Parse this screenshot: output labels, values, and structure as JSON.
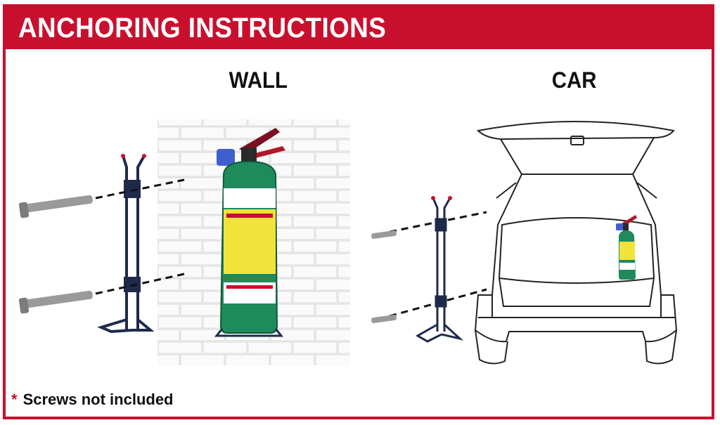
{
  "banner": {
    "title": "ANCHORING INSTRUCTIONS"
  },
  "sections": {
    "wall": {
      "label": "WALL"
    },
    "car": {
      "label": "CAR"
    }
  },
  "note": {
    "asterisk": "*",
    "text": "Screws not included"
  },
  "colors": {
    "accent": "#c8102e",
    "extinguisher_body": "#1f8a5c",
    "bracket": "#1e2a4a"
  },
  "icons": [
    "screw-icon",
    "wall-bracket-icon",
    "fire-extinguisher-icon",
    "car-trunk-icon",
    "brick-wall-icon"
  ]
}
